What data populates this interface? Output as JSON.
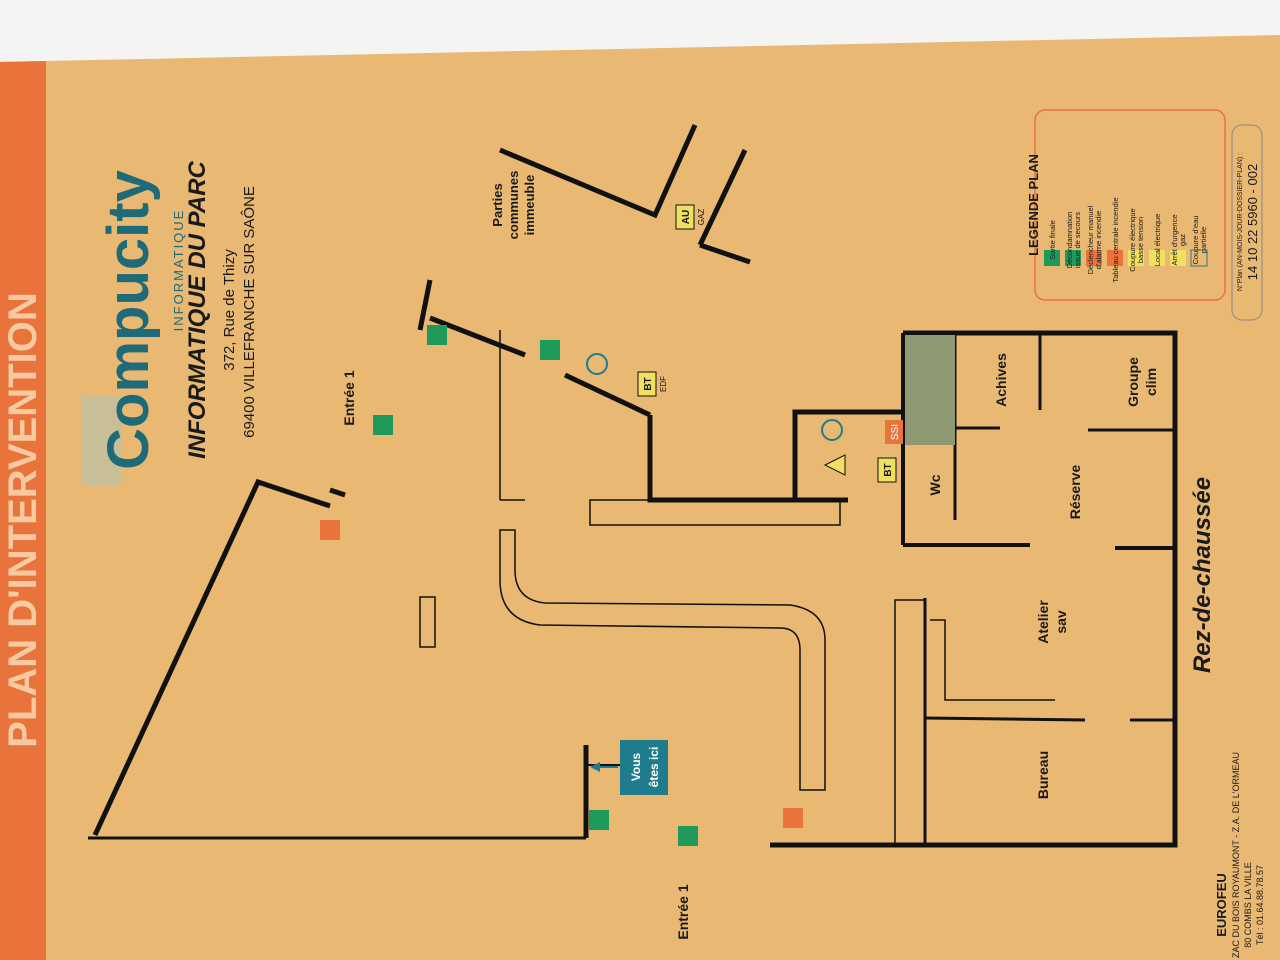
{
  "header": {
    "title": "PLAN D'INTERVENTION"
  },
  "company": {
    "logo_text": "Compucity",
    "logo_sub": "INFORMATIQUE",
    "name": "INFORMATIQUE DU PARC",
    "address_line1": "372, Rue de Thizy",
    "address_line2": "69400 VILLEFRANCHE SUR SAÔNE"
  },
  "plan": {
    "floor": "Rez-de-chaussée",
    "entrance_top": "Entrée 1",
    "entrance_bottom": "Entrée 1",
    "common_areas": [
      "Parties",
      "communes",
      "immeuble"
    ],
    "you_are_here": [
      "Vous",
      "êtes ici"
    ],
    "rooms": {
      "wc": "Wc",
      "archives": "Achives",
      "clim": [
        "Groupe",
        "clim"
      ],
      "reserve": "Réserve",
      "atelier": [
        "Atelier",
        "sav"
      ],
      "bureau": "Bureau"
    },
    "symbols": {
      "bt": "BT",
      "edf": "EDF",
      "au": "AU",
      "gaz": "GAZ",
      "ssi": "SSI"
    }
  },
  "legend": {
    "title": "LEGENDE PLAN",
    "items": [
      {
        "icon": "exit-icon",
        "label": [
          "Sortie finale"
        ]
      },
      {
        "icon": "decon-exit-icon",
        "label": [
          "Décondamnation",
          "issue de secours"
        ]
      },
      {
        "icon": "fire-alarm-icon",
        "label": [
          "Déclencheur manuel",
          "d'alarme incendie"
        ]
      },
      {
        "icon": "ssi-icon",
        "label": [
          "Tableau centrale incendie"
        ]
      },
      {
        "icon": "bt-cutoff-icon",
        "label": [
          "Coupure électrique",
          "basse tension"
        ]
      },
      {
        "icon": "electric-room-icon",
        "label": [
          "Local électrique"
        ]
      },
      {
        "icon": "gas-stop-icon",
        "label": [
          "Arrêt d'urgence",
          "gaz"
        ]
      },
      {
        "icon": "water-cutoff-icon",
        "label": [
          "Coupure d'eau",
          "partielle"
        ]
      }
    ]
  },
  "plan_number": {
    "label": "N°Plan (AN-MOIS-JOUR-DOSSIER-PLAN) :",
    "value": "14 10 22 5960 - 002"
  },
  "maker": {
    "name": "EUROFEU",
    "lines": [
      "ZAC DU BOIS ROYAUMONT - Z.A. DE L'ORMEAU",
      "80 COMBS LA VILLE",
      "Tél : 01.64.88.78.57"
    ]
  },
  "colors": {
    "board": "#e9b872",
    "orange_band": "#e8743c",
    "green": "#1e9a5a",
    "teal": "#1f7c8c",
    "wall": "#111111",
    "gray_room": "#8e9a74",
    "ssi": "#e8743c"
  }
}
